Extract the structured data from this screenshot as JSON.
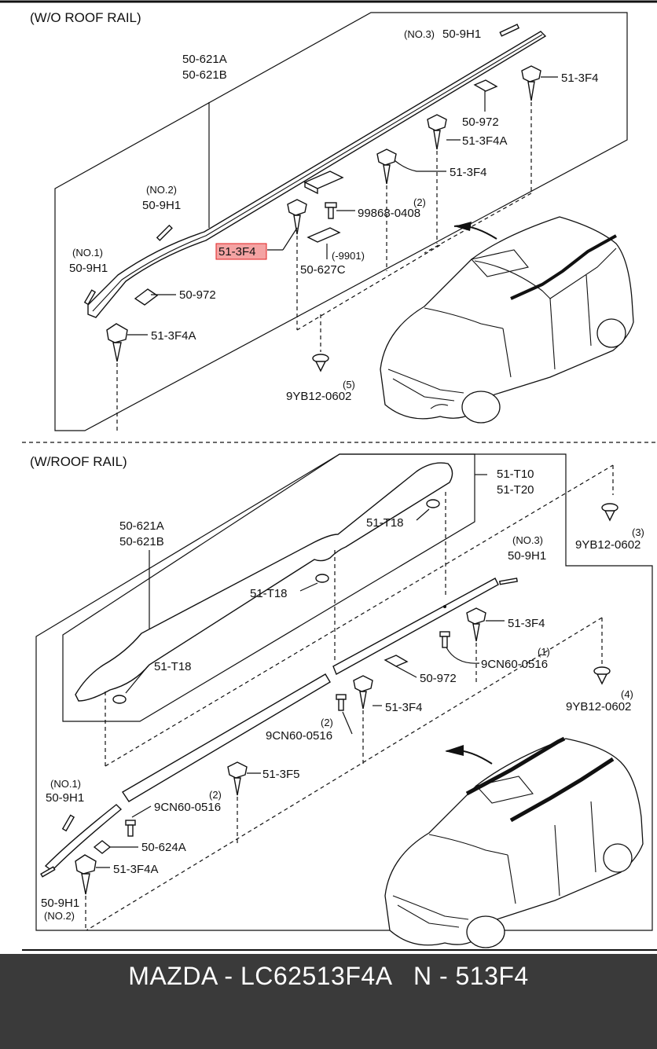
{
  "top_section": {
    "title": "(W/O ROOF RAIL)",
    "labels": {
      "rail_a": "50-621A",
      "rail_b": "50-621B",
      "no3": "(NO.3)",
      "no3_part": "50-9H1",
      "no2": "(NO.2)",
      "no2_part": "50-9H1",
      "no1": "(NO.1)",
      "no1_part": "50-9H1",
      "clip_right": "51-3F4",
      "pad_right": "50-972",
      "clip_mid_a": "51-3F4A",
      "clip_mid": "51-3F4",
      "bolt": "99868-0408",
      "bolt_qty": "(2)",
      "clip_highlight": "51-3F4",
      "date": "(-9901)",
      "plate": "50-627C",
      "pad_left": "50-972",
      "clip_left_a": "51-3F4A",
      "cap_qty": "(5)",
      "cap": "9YB12-0602"
    }
  },
  "bottom_section": {
    "title": "(W/ROOF RAIL)",
    "labels": {
      "rail_a": "50-621A",
      "rail_b": "50-621B",
      "roof_rail_a": "51-T10",
      "roof_rail_b": "51-T20",
      "cover_top": "51-T18",
      "cover_mid": "51-T18",
      "cover_left": "51-T18",
      "no3": "(NO.3)",
      "no3_part": "50-9H1",
      "cap_right_qty": "(3)",
      "cap_right": "9YB12-0602",
      "clip_right": "51-3F4",
      "bolt_right_qty": "(1)",
      "bolt_right": "9CN60-0516",
      "pad": "50-972",
      "cap_low_qty": "(4)",
      "cap_low": "9YB12-0602",
      "clip_mid": "51-3F4",
      "bolt_mid_qty": "(2)",
      "bolt_mid": "9CN60-0516",
      "clip_f5": "51-3F5",
      "bolt_left_qty": "(2)",
      "bolt_left": "9CN60-0516",
      "no1": "(NO.1)",
      "no1_part": "50-9H1",
      "plate": "50-624A",
      "clip_left_a": "51-3F4A",
      "no2_part": "50-9H1",
      "no2": "(NO.2)"
    }
  },
  "colors": {
    "highlight_fill": "#f4a3a3",
    "highlight_stroke": "#e02020",
    "footer_bg": "#3a3a3a",
    "footer_text": "#ffffff"
  },
  "footer": {
    "caption": "MAZDA - LC62513F4A   N - 513F4"
  }
}
